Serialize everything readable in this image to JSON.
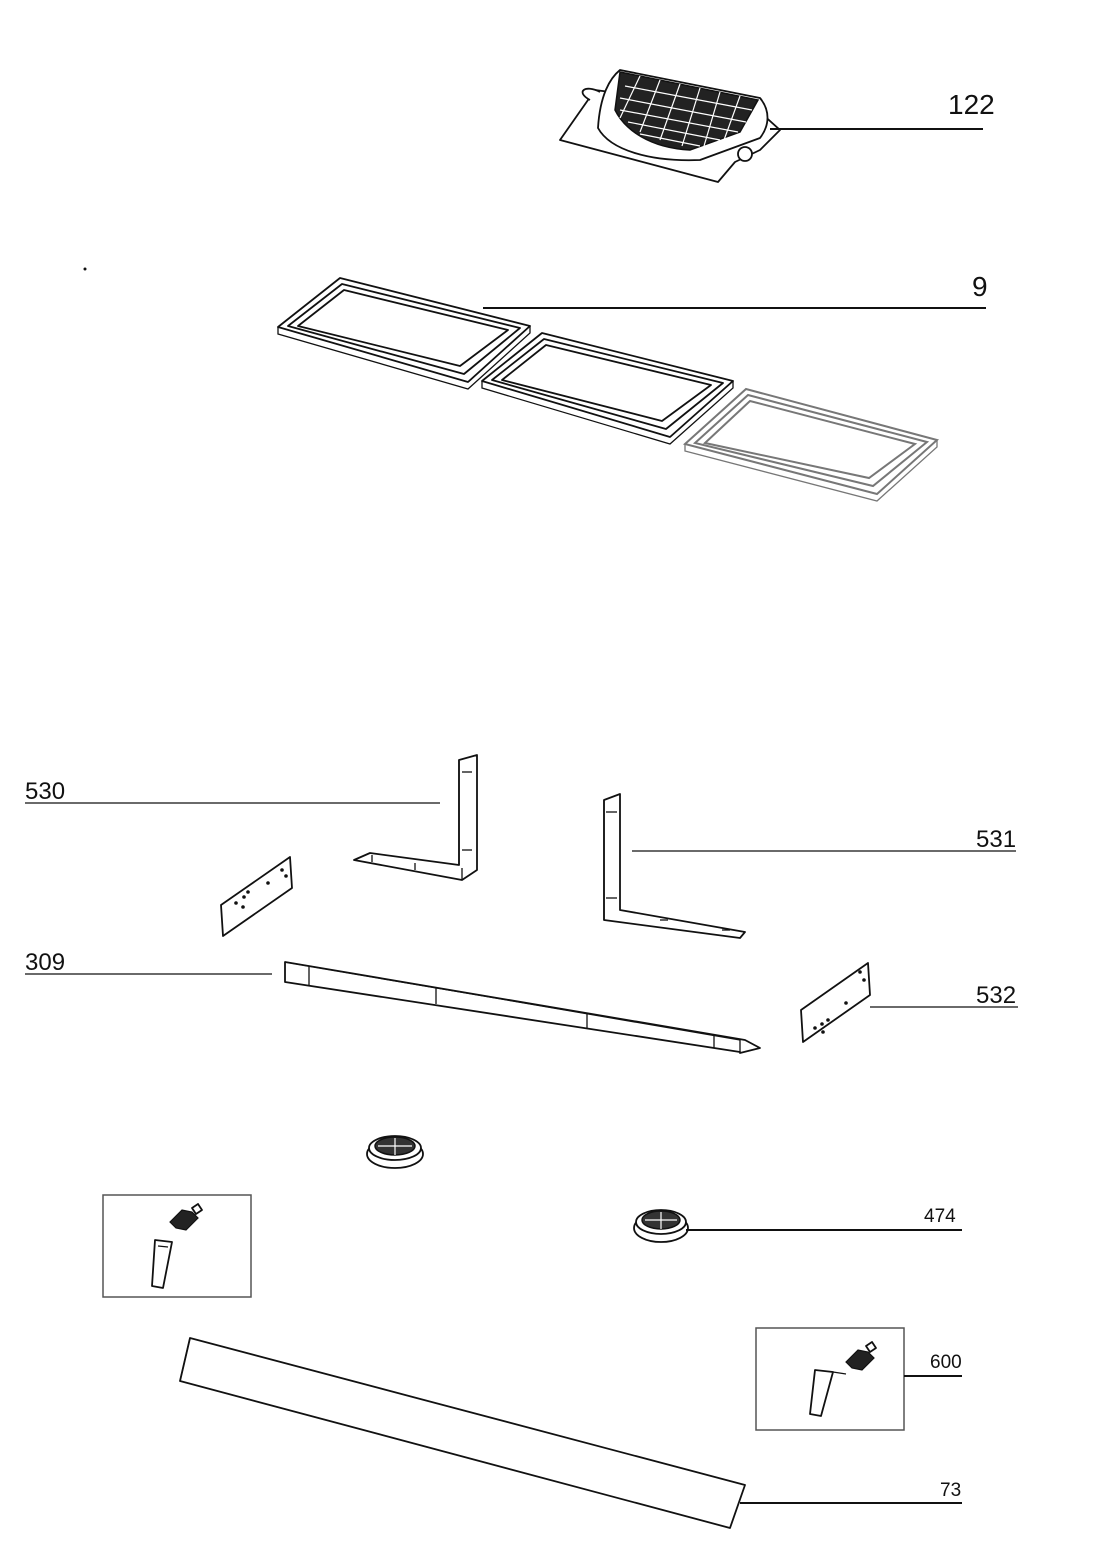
{
  "labels": {
    "p122": "122",
    "p9": "9",
    "p530": "530",
    "p531": "531",
    "p309": "309",
    "p532": "532",
    "p474": "474",
    "p600": "600",
    "p73": "73"
  }
}
